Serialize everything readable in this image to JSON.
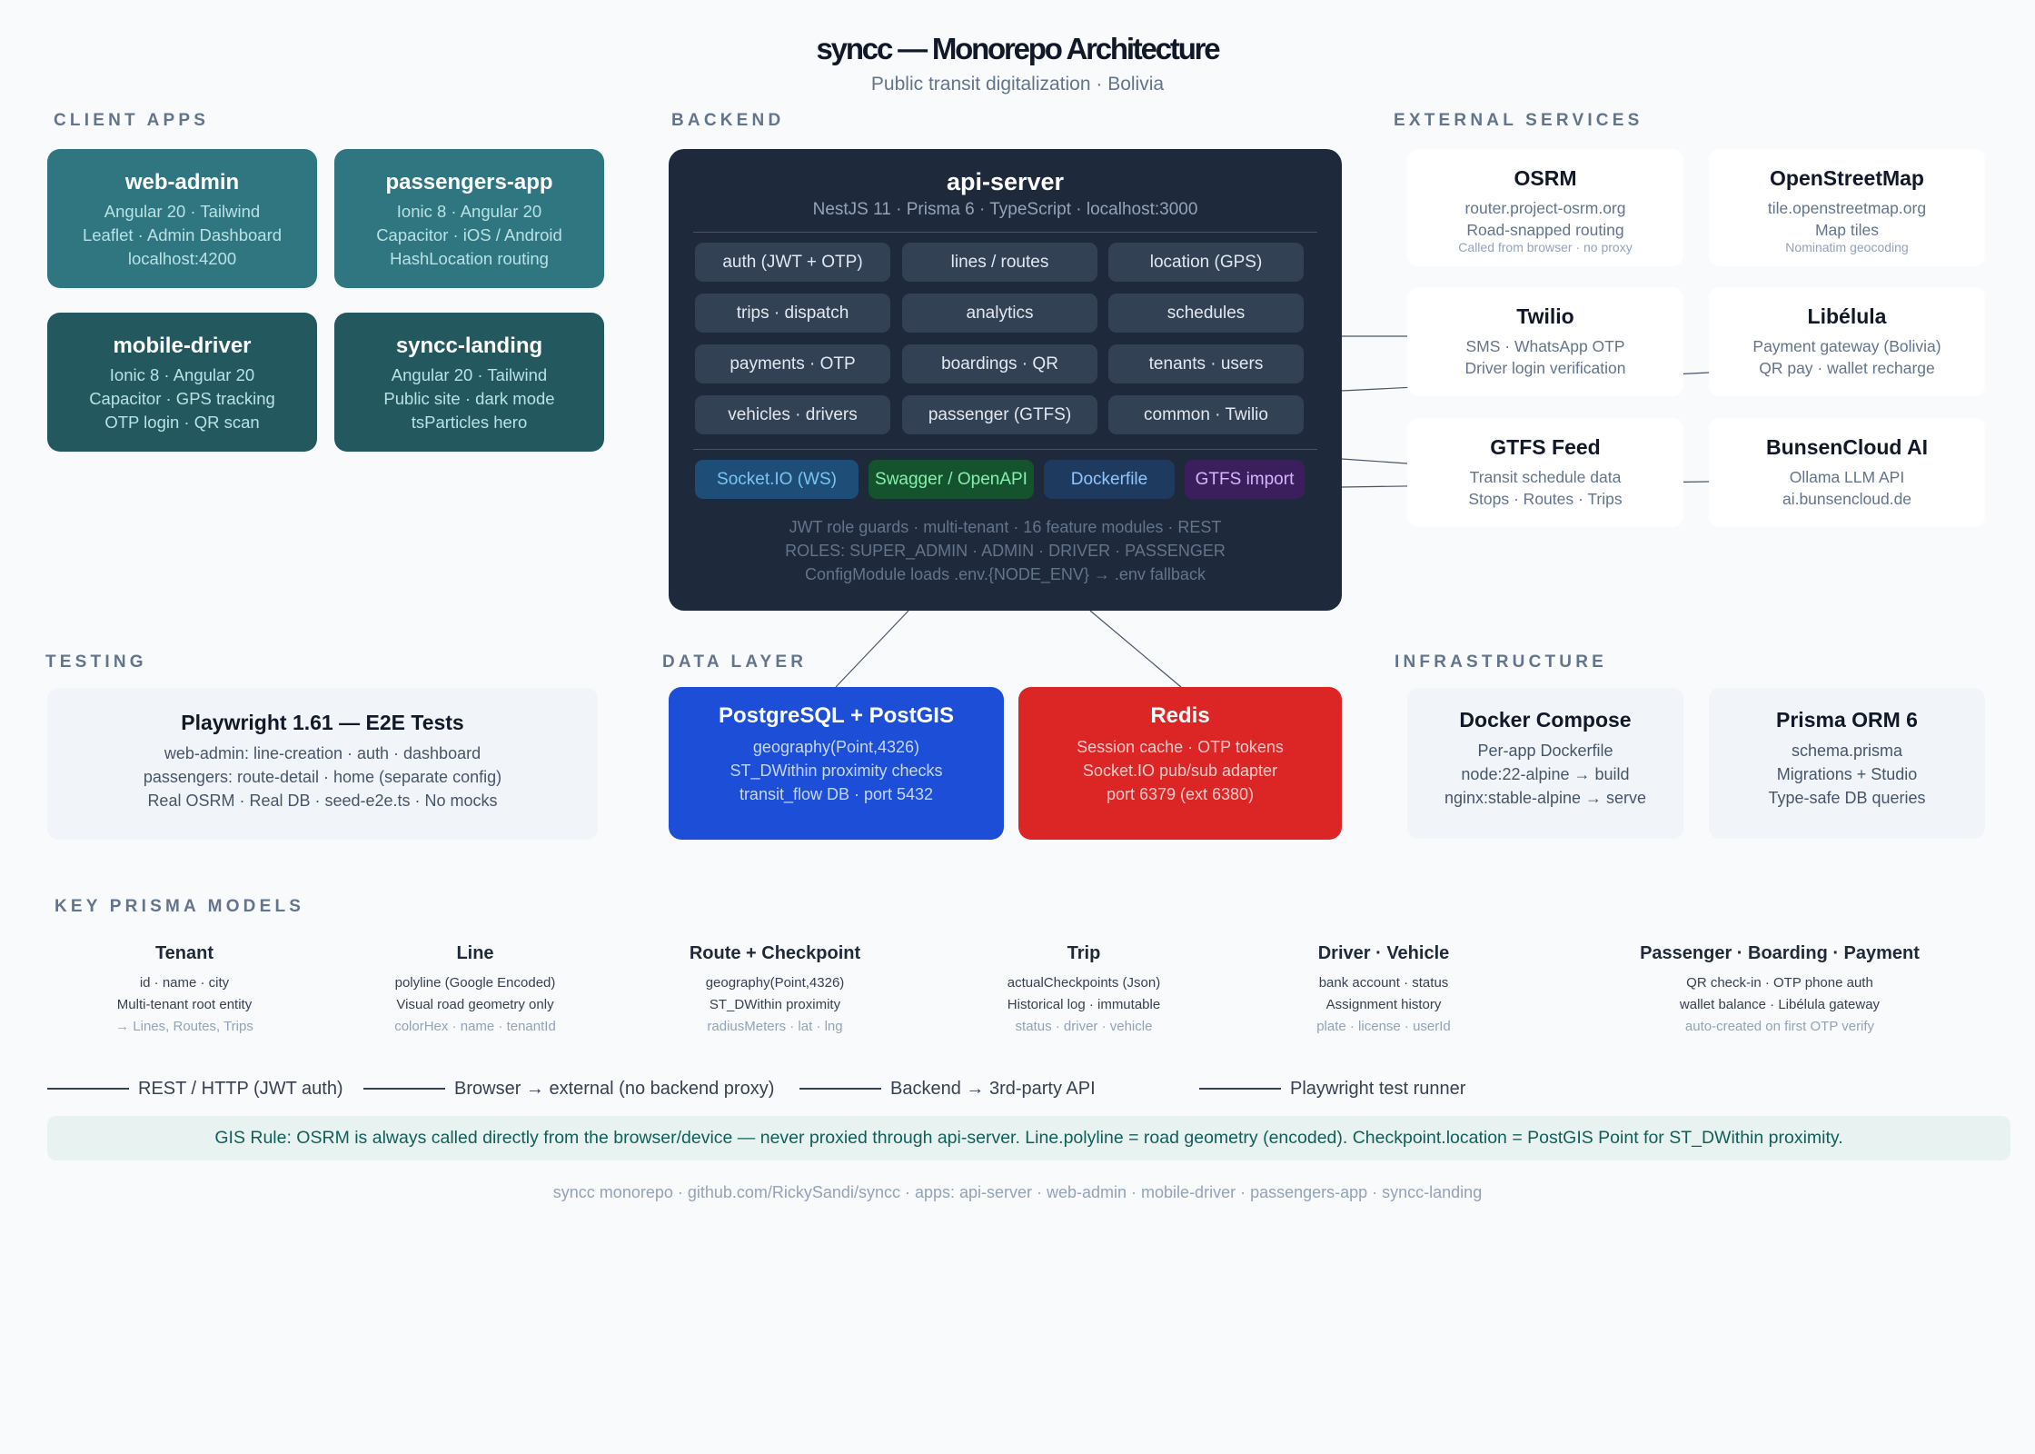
{
  "header": {
    "title": "syncc — Monorepo Architecture",
    "subtitle": "Public transit digitalization · Bolivia"
  },
  "sections": {
    "client_apps": "CLIENT APPS",
    "backend": "BACKEND",
    "external_services": "EXTERNAL SERVICES",
    "testing": "TESTING",
    "data_layer": "DATA LAYER",
    "infrastructure": "INFRASTRUCTURE",
    "key_models": "KEY PRISMA MODELS"
  },
  "client_apps": [
    {
      "title": "web-admin",
      "lines": [
        "Angular 20 · Tailwind",
        "Leaflet · Admin Dashboard",
        "localhost:4200"
      ]
    },
    {
      "title": "passengers-app",
      "lines": [
        "Ionic 8 · Angular 20",
        "Capacitor · iOS / Android",
        "HashLocation routing"
      ]
    },
    {
      "title": "mobile-driver",
      "lines": [
        "Ionic 8 · Angular 20",
        "Capacitor · GPS tracking",
        "OTP login · QR scan"
      ]
    },
    {
      "title": "syncc-landing",
      "lines": [
        "Angular 20 · Tailwind",
        "Public site · dark mode",
        "tsParticles hero"
      ]
    }
  ],
  "backend": {
    "title": "api-server",
    "subtitle": "NestJS 11 · Prisma 6 · TypeScript · localhost:3000",
    "modules": [
      "auth (JWT + OTP)",
      "lines / routes",
      "location (GPS)",
      "trips · dispatch",
      "analytics",
      "schedules",
      "payments · OTP",
      "boardings · QR",
      "tenants · users",
      "vehicles · drivers",
      "passenger (GTFS)",
      "common · Twilio"
    ],
    "pills": [
      "Socket.IO (WS)",
      "Swagger / OpenAPI",
      "Dockerfile",
      "GTFS import"
    ],
    "notes": [
      "JWT role guards · multi-tenant · 16 feature modules · REST",
      "ROLES: SUPER_ADMIN · ADMIN · DRIVER · PASSENGER",
      "ConfigModule loads .env.{NODE_ENV} → .env fallback"
    ]
  },
  "external_services": [
    {
      "title": "OSRM",
      "lines": [
        "router.project-osrm.org",
        "Road-snapped routing"
      ],
      "small": "Called from browser · no proxy"
    },
    {
      "title": "OpenStreetMap",
      "lines": [
        "tile.openstreetmap.org",
        "Map tiles"
      ],
      "small": "Nominatim geocoding"
    },
    {
      "title": "Twilio",
      "lines": [
        "SMS · WhatsApp OTP",
        "Driver login verification"
      ]
    },
    {
      "title": "Libélula",
      "lines": [
        "Payment gateway (Bolivia)",
        "QR pay · wallet recharge"
      ]
    },
    {
      "title": "GTFS Feed",
      "lines": [
        "Transit schedule data",
        "Stops · Routes · Trips"
      ]
    },
    {
      "title": "BunsenCloud AI",
      "lines": [
        "Ollama LLM API",
        "ai.bunsencloud.de"
      ]
    }
  ],
  "testing": {
    "title": "Playwright 1.61 — E2E Tests",
    "lines": [
      "web-admin: line-creation · auth · dashboard",
      "passengers: route-detail · home (separate config)",
      "Real OSRM · Real DB · seed-e2e.ts · No mocks"
    ]
  },
  "data_layer": [
    {
      "title": "PostgreSQL + PostGIS",
      "lines": [
        "geography(Point,4326)",
        "ST_DWithin proximity checks",
        "transit_flow DB · port 5432"
      ]
    },
    {
      "title": "Redis",
      "lines": [
        "Session cache · OTP tokens",
        "Socket.IO pub/sub adapter",
        "port 6379 (ext 6380)"
      ]
    }
  ],
  "infrastructure": [
    {
      "title": "Docker Compose",
      "lines": [
        "Per-app Dockerfile",
        "node:22-alpine → build",
        "nginx:stable-alpine → serve"
      ]
    },
    {
      "title": "Prisma ORM 6",
      "lines": [
        "schema.prisma",
        "Migrations + Studio",
        "Type-safe DB queries"
      ]
    }
  ],
  "models": [
    {
      "title": "Tenant",
      "lines": [
        "id · name · city",
        "Multi-tenant root entity"
      ],
      "muted": "→ Lines, Routes, Trips"
    },
    {
      "title": "Line",
      "lines": [
        "polyline (Google Encoded)",
        "Visual road geometry only"
      ],
      "muted": "colorHex · name · tenantId"
    },
    {
      "title": "Route + Checkpoint",
      "lines": [
        "geography(Point,4326)",
        "ST_DWithin proximity"
      ],
      "muted": "radiusMeters · lat · lng"
    },
    {
      "title": "Trip",
      "lines": [
        "actualCheckpoints (Json)",
        "Historical log · immutable"
      ],
      "muted": "status · driver · vehicle"
    },
    {
      "title": "Driver · Vehicle",
      "lines": [
        "bank account · status",
        "Assignment history"
      ],
      "muted": "plate · license · userId"
    },
    {
      "title": "Passenger · Boarding · Payment",
      "lines": [
        "QR check-in · OTP phone auth",
        "wallet balance · Libélula gateway"
      ],
      "muted": "auto-created on first OTP verify"
    }
  ],
  "legend": [
    {
      "label": "REST / HTTP (JWT auth)"
    },
    {
      "label": "Browser → external (no backend proxy)"
    },
    {
      "label": "Backend → 3rd-party API"
    },
    {
      "label": "Playwright test runner"
    }
  ],
  "gis_rule": "GIS Rule: OSRM is always called directly from the browser/device — never proxied through api-server. Line.polyline = road geometry (encoded). Checkpoint.location = PostGIS Point for ST_DWithin proximity.",
  "footer": "syncc monorepo · github.com/RickySandi/syncc · apps: api-server · web-admin · mobile-driver · passengers-app · syncc-landing",
  "colors": {
    "app_teal": "#2f7680",
    "app_teal_dark": "#23585f",
    "backend_bg": "#1e293b",
    "postgres": "#1d4ed8",
    "redis": "#dc2626",
    "pill_socket": "#1e4d78",
    "pill_swagger": "#14532d",
    "pill_docker": "#1e3a5f",
    "pill_gtfs": "#3b1f5c"
  }
}
